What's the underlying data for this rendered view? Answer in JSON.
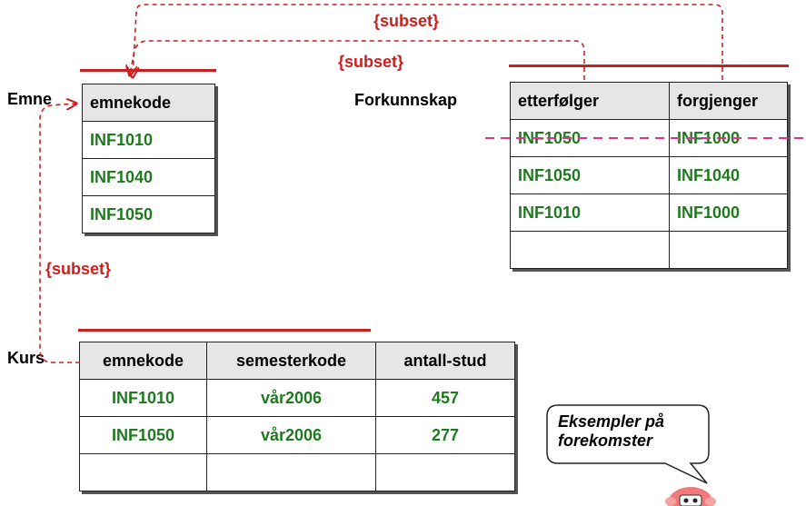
{
  "labels": {
    "emne": "Emne",
    "forkunnskap": "Forkunnskap",
    "kurs": "Kurs"
  },
  "constraints": {
    "subset_top": "{subset}",
    "subset_middle": "{subset}",
    "subset_left": "{subset}"
  },
  "emne_table": {
    "header": "emnekode",
    "rows": [
      "INF1010",
      "INF1040",
      "INF1050"
    ]
  },
  "forkunnskap_table": {
    "headers": [
      "etterfølger",
      "forgjenger"
    ],
    "rows": [
      [
        "INF1050",
        "INF1000"
      ],
      [
        "INF1050",
        "INF1040"
      ],
      [
        "INF1010",
        "INF1000"
      ],
      [
        "",
        ""
      ]
    ]
  },
  "kurs_table": {
    "headers": [
      "emnekode",
      "semesterkode",
      "antall-stud"
    ],
    "rows": [
      [
        "INF1010",
        "vår2006",
        "457"
      ],
      [
        "INF1050",
        "vår2006",
        "277"
      ],
      [
        "",
        "",
        ""
      ]
    ]
  },
  "callout": {
    "text_line1": "Eksempler på",
    "text_line2": "forekomster"
  },
  "colors": {
    "red": "#cc1f1f",
    "green": "#1f7a1f",
    "magenta": "#e0338c",
    "header_bg": "#e6e6e6",
    "mascot": "#f07a7a"
  }
}
